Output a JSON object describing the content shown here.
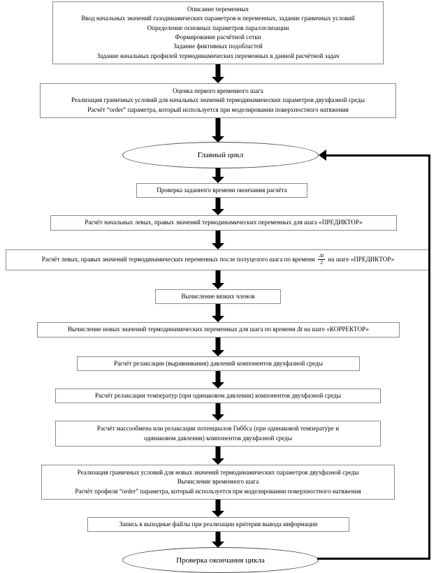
{
  "diagram": {
    "title": "Блок-схема расчётного алгоритма",
    "language": "ru",
    "colors": {
      "box_border": "#8a8a8a",
      "ellipse_border": "#4a4a4a",
      "arrow": "#000000",
      "background": "#ffffff",
      "text": "#000000"
    },
    "nodes": [
      {
        "id": "init",
        "type": "process",
        "lines": [
          "Описание переменных",
          "Ввод начальных значений газодинамических параметров и переменных, задание граничных условий",
          "Определение основных параметров параллелизации",
          "Формирование расчётной сетки",
          "Задание фиктивных подобластей",
          "Задание начальных профилей термодинамических переменных в данной расчётной задач"
        ]
      },
      {
        "id": "first-step",
        "type": "process",
        "lines": [
          "Оценка первого временного шага",
          "Реализация граничных условий для начальных значений термодинамических параметров двухфазной среды",
          "Расчёт “order” параметра, который используется при моделировании поверхностного натяжения"
        ]
      },
      {
        "id": "main-loop",
        "type": "terminator",
        "lines": [
          "Главный цикл"
        ]
      },
      {
        "id": "check-end-time",
        "type": "process",
        "lines": [
          "Проверка заданного времени окончания расчёта"
        ]
      },
      {
        "id": "predictor-initial",
        "type": "process",
        "lines": [
          "Расчёт начальных левых, правых значений термодинамических переменных для шага «ПРЕДИКТОР»"
        ]
      },
      {
        "id": "predictor-half",
        "type": "process",
        "lines_parts": [
          "Расчёт левых, правых значений термодинамических переменных после полуцелого шага по времени ",
          " на шаге «ПРЕДИКТОР»"
        ],
        "fraction": {
          "numerator": "Δt",
          "denominator": "2"
        }
      },
      {
        "id": "viscous-terms",
        "type": "process",
        "lines": [
          "Вычисление вязких членов"
        ]
      },
      {
        "id": "corrector",
        "type": "process",
        "lines_parts": [
          "Вычисление новых значений термодинамических переменных для шага по времени ",
          " на шаге «КОРРЕКТОР»"
        ],
        "inline_symbol": "Δt"
      },
      {
        "id": "pressure-relaxation",
        "type": "process",
        "lines": [
          "Расчёт релаксации (выравнивания) давлений компонентов двухфазной среды"
        ]
      },
      {
        "id": "temperature-relaxation",
        "type": "process",
        "lines": [
          "Расчёт релаксации температур (при одинаковом давлении) компонентов двухфазной среды"
        ]
      },
      {
        "id": "gibbs-relaxation",
        "type": "process",
        "lines": [
          "Расчёт массообмена или релаксации потенциалов Гиббса (при одинаковой температуре и",
          "одинаковом давлении) компонентов двухфазной среды"
        ]
      },
      {
        "id": "boundary-new",
        "type": "process",
        "lines": [
          "Реализация граничных условий для новых значений термодинамических параметров двухфазной среды",
          "Вычисление временного шага",
          "Расчёт профиля “order” параметра, который используется при моделировании поверхностного натяжения"
        ]
      },
      {
        "id": "write-output",
        "type": "process",
        "lines": [
          "Запись в выходные файлы при реализации критерия вывода информации"
        ]
      },
      {
        "id": "check-loop-end",
        "type": "terminator",
        "lines": [
          "Проверка окончания цикла"
        ]
      }
    ],
    "connectors": [
      {
        "id": "arrow-init-to-first-step",
        "from": "init",
        "to": "first-step"
      },
      {
        "id": "arrow-first-step-to-main-loop",
        "from": "first-step",
        "to": "main-loop"
      },
      {
        "id": "arrow-main-loop-to-check-end-time",
        "from": "main-loop",
        "to": "check-end-time"
      },
      {
        "id": "arrow-check-end-time-to-predictor-initial",
        "from": "check-end-time",
        "to": "predictor-initial"
      },
      {
        "id": "arrow-predictor-initial-to-predictor-half",
        "from": "predictor-initial",
        "to": "predictor-half"
      },
      {
        "id": "arrow-predictor-half-to-viscous-terms",
        "from": "predictor-half",
        "to": "viscous-terms"
      },
      {
        "id": "arrow-viscous-terms-to-corrector",
        "from": "viscous-terms",
        "to": "corrector"
      },
      {
        "id": "arrow-corrector-to-pressure-relaxation",
        "from": "corrector",
        "to": "pressure-relaxation"
      },
      {
        "id": "arrow-pressure-to-temperature-relaxation",
        "from": "pressure-relaxation",
        "to": "temperature-relaxation"
      },
      {
        "id": "arrow-temperature-to-gibbs-relaxation",
        "from": "temperature-relaxation",
        "to": "gibbs-relaxation"
      },
      {
        "id": "arrow-gibbs-to-boundary-new",
        "from": "gibbs-relaxation",
        "to": "boundary-new"
      },
      {
        "id": "arrow-boundary-new-to-write-output",
        "from": "boundary-new",
        "to": "write-output"
      },
      {
        "id": "arrow-write-output-to-check-loop-end",
        "from": "write-output",
        "to": "check-loop-end"
      },
      {
        "id": "feedback-loop",
        "from": "check-loop-end",
        "to": "main-loop",
        "style": "orthogonal-right-up"
      }
    ]
  }
}
